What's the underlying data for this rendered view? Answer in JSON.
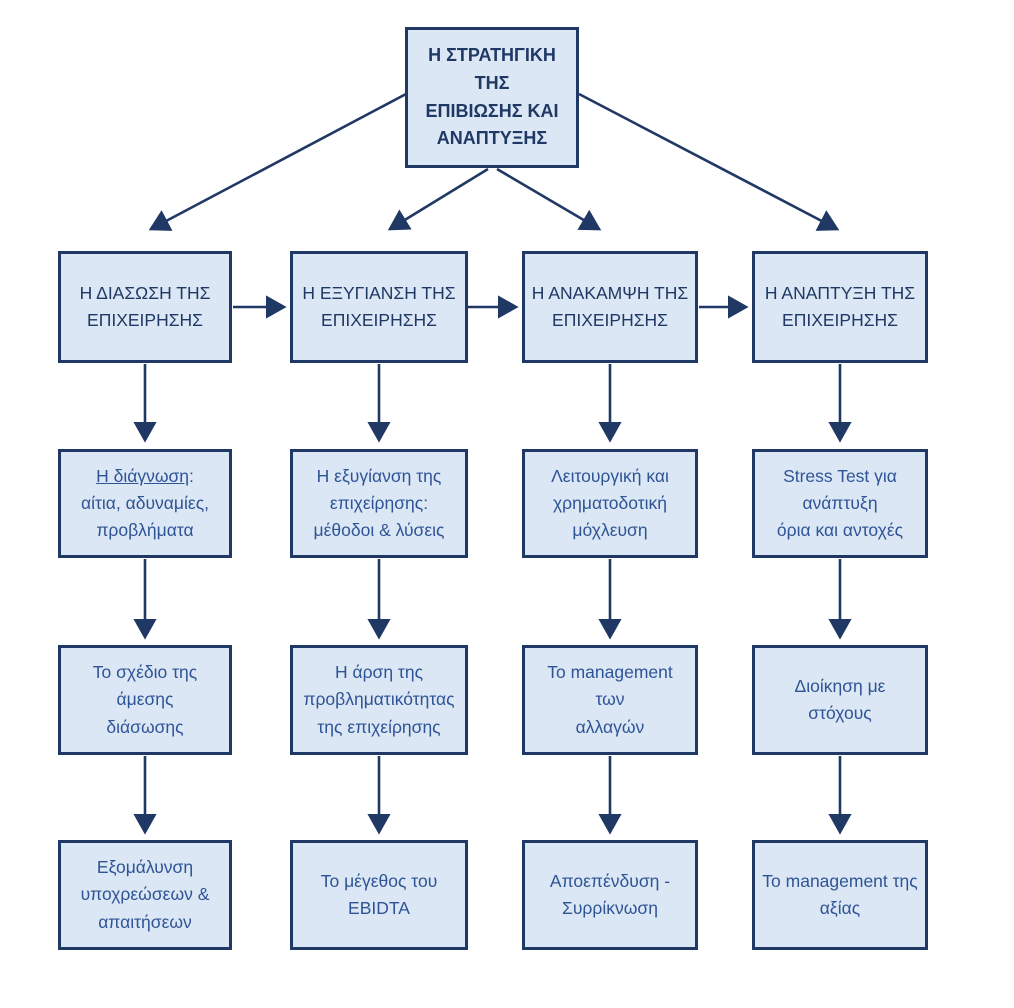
{
  "diagram": {
    "colors": {
      "box_fill": "#dbe7f4",
      "box_border": "#1f3864",
      "header_text": "#1f3864",
      "body_text": "#2f5496",
      "arrow": "#1f3864"
    },
    "root": {
      "lines": [
        "Η ΣΤΡΑΤΗΓΙΚΗ ΤΗΣ",
        "ΕΠΙΒΙΩΣΗΣ ΚΑΙ",
        "ΑΝΑΠΤΥΞΗΣ"
      ]
    },
    "columns": [
      {
        "header": {
          "lines": [
            "Η ΔΙΑΣΩΣΗ ΤΗΣ",
            "ΕΠΙΧΕΙΡΗΣΗΣ"
          ]
        },
        "steps": [
          {
            "underlined": "Η διάγνωση",
            "suffix": ":",
            "lines": [
              "αίτια, αδυναμίες,",
              "προβλήματα"
            ]
          },
          {
            "lines": [
              "Το σχέδιο της άμεσης",
              "διάσωσης"
            ]
          },
          {
            "lines": [
              "Εξομάλυνση",
              "υποχρεώσεων &",
              "απαιτήσεων"
            ]
          }
        ]
      },
      {
        "header": {
          "lines": [
            "Η ΕΞΥΓΙΑΝΣΗ ΤΗΣ",
            "ΕΠΙΧΕΙΡΗΣΗΣ"
          ]
        },
        "steps": [
          {
            "lines": [
              "Η εξυγίανση της",
              "επιχείρησης:",
              "μέθοδοι & λύσεις"
            ]
          },
          {
            "lines": [
              "Η άρση της",
              "προβληματικότητας",
              "της επιχείρησης"
            ]
          },
          {
            "lines": [
              "Το μέγεθος του",
              "EBIDTA"
            ]
          }
        ]
      },
      {
        "header": {
          "lines": [
            "Η ΑΝΑΚΑΜΨΗ ΤΗΣ",
            "ΕΠΙΧΕΙΡΗΣΗΣ"
          ]
        },
        "steps": [
          {
            "lines": [
              "Λειτουργική και",
              "χρηματοδοτική",
              "μόχλευση"
            ]
          },
          {
            "lines": [
              "Το management των",
              "αλλαγών"
            ]
          },
          {
            "lines": [
              "Αποεπένδυση -",
              "Συρρίκνωση"
            ]
          }
        ]
      },
      {
        "header": {
          "lines": [
            "Η ΑΝΑΠΤΥΞΗ ΤΗΣ",
            "ΕΠΙΧΕΙΡΗΣΗΣ"
          ]
        },
        "steps": [
          {
            "lines": [
              "Stress Test για",
              "ανάπτυξη",
              "όρια και αντοχές"
            ]
          },
          {
            "lines": [
              "Διοίκηση με στόχους"
            ]
          },
          {
            "lines": [
              "Το management της",
              "αξίας"
            ]
          }
        ]
      }
    ]
  }
}
